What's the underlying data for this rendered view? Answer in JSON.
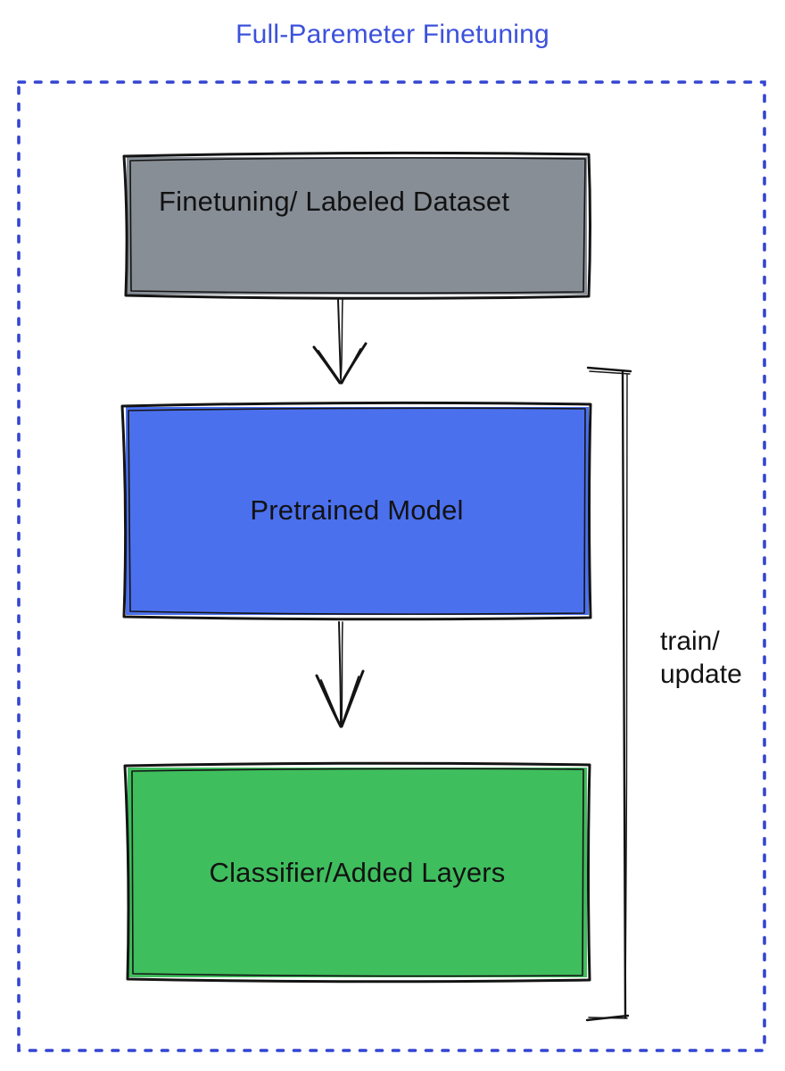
{
  "title": "Full-Paremeter Finetuning",
  "colors": {
    "title": "#3C52DC",
    "frame": "#3445D2",
    "ink": "#141414",
    "dataset_fill": "#878E96",
    "pretrained_fill": "#4B70EE",
    "classifier_fill": "#3FBE5D"
  },
  "boxes": [
    {
      "label": "Finetuning/ Labeled Dataset"
    },
    {
      "label": "Pretrained Model"
    },
    {
      "label": "Classifier/Added Layers"
    }
  ],
  "bracket": {
    "line1": "train/",
    "line2": "update"
  }
}
